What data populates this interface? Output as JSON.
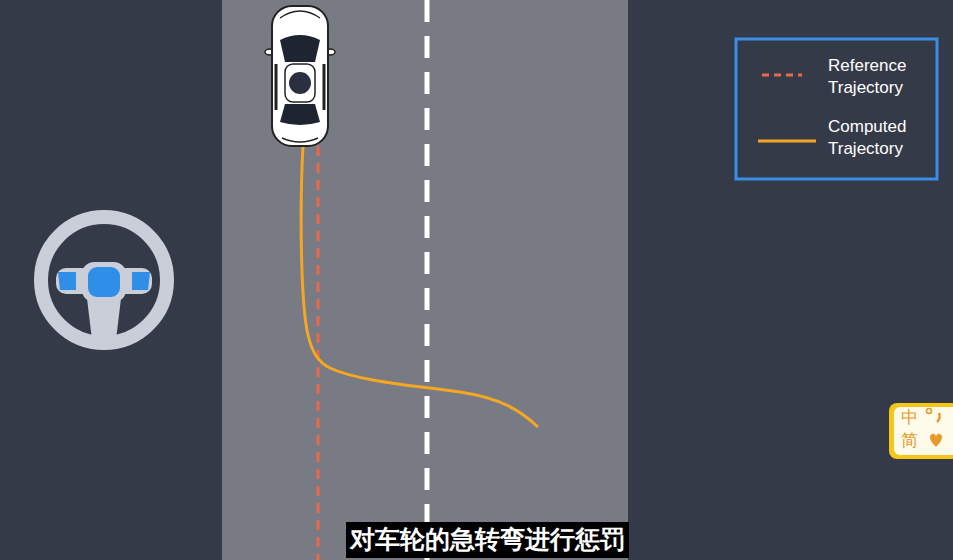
{
  "diagram": {
    "caption": "对车轮的急转弯进行惩罚",
    "labels": [
      "中",
      "简"
    ],
    "legend": [
      {
        "text": "Reference Trajectory"
      },
      {
        "text": "Computed Trajectory"
      }
    ]
  }
}
